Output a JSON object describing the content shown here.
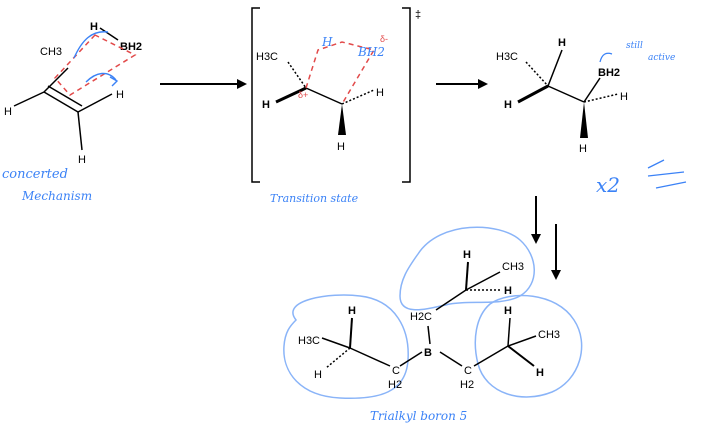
{
  "reactant": {
    "ch3": "CH3",
    "bh2": "BH2",
    "h_top": "H",
    "h_left": "H",
    "h_right": "H",
    "h_bottom": "H"
  },
  "transition_state": {
    "h3c": "H3C",
    "h_left": "H",
    "h_right": "H",
    "h_bottom": "H",
    "dagger": "‡",
    "delta_plus": "δ+",
    "h_migrating": "H",
    "bh2": "BH2",
    "delta_minus": "δ-"
  },
  "product": {
    "h3c": "H3C",
    "h_top": "H",
    "bh2": "BH2",
    "h_left": "H",
    "h_right": "H",
    "h_bottom": "H"
  },
  "trialkyl": {
    "b": "B",
    "h3c": "H3C",
    "h_left": "H",
    "h_lower_left": "H",
    "h2c_left": "H2",
    "c_left": "C",
    "h2c_top": "H2C",
    "ch3_top": "CH3",
    "h_top1": "H",
    "h_top2": "H",
    "h2c_right": "H2",
    "c_right": "C",
    "ch3_right": "CH3",
    "h_right1": "H",
    "h_right2": "H"
  },
  "annotations": {
    "concerted_line1": "concerted",
    "concerted_line2": "Mechanism",
    "transition_label": "Transition state",
    "still_active_1": "still",
    "still_active_2": "active",
    "times_two": "x2",
    "trialkyl_label": "Trialkyl boron 5"
  },
  "colors": {
    "ink": "#000000",
    "annotation_blue": "#3b82f6",
    "arrow_red": "#e24a4a"
  }
}
